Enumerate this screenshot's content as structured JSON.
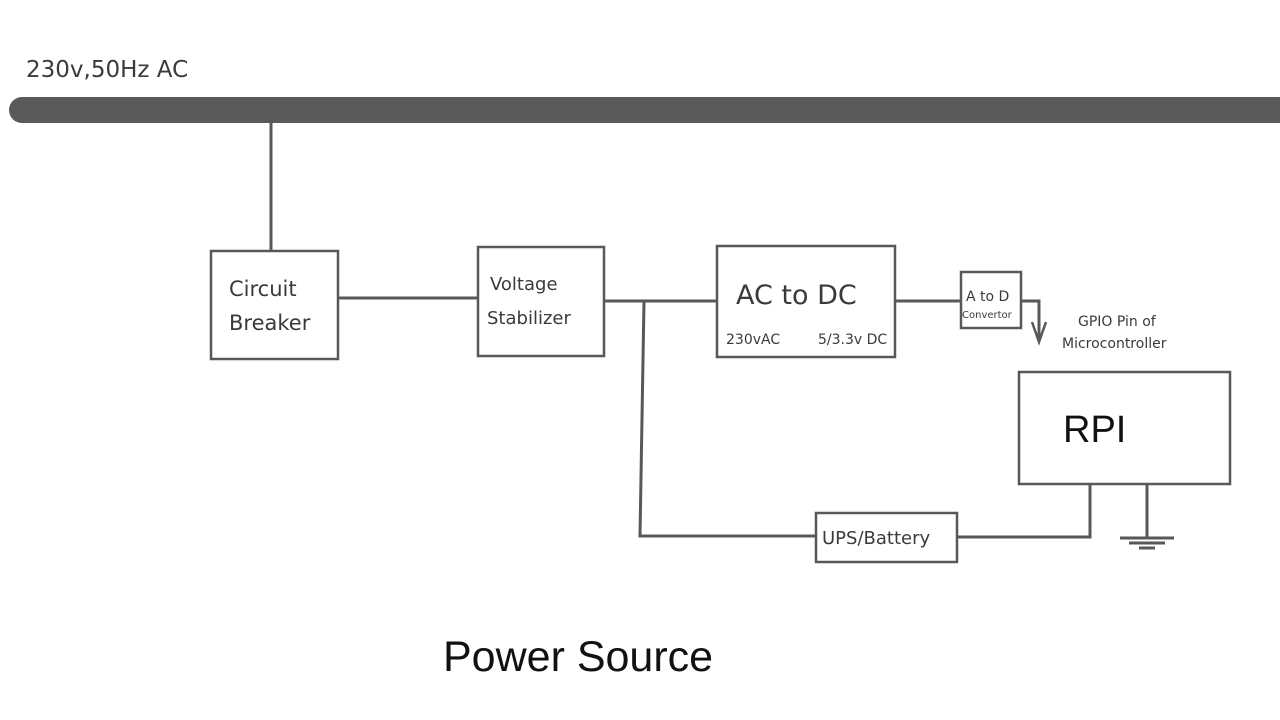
{
  "supply": {
    "label": "230v,50Hz AC"
  },
  "blocks": {
    "circuit_breaker": {
      "line1": "Circuit",
      "line2": "Breaker"
    },
    "voltage_stabilizer": {
      "line1": "Voltage",
      "line2": "Stabilizer"
    },
    "ac_to_dc": {
      "title": "AC to DC",
      "input": "230vAC",
      "output": "5/3.3v DC"
    },
    "a_to_d": {
      "line1": "A to D",
      "line2": "Convertor"
    },
    "rpi": {
      "label": "RPI"
    },
    "ups": {
      "label": "UPS/Battery"
    }
  },
  "gpio": {
    "line1": "GPIO Pin of",
    "line2": "Microcontroller"
  },
  "caption": "Power Source",
  "colors": {
    "line": "#585858",
    "bus": "#5a5a5a",
    "text": "#3a3a3a"
  }
}
